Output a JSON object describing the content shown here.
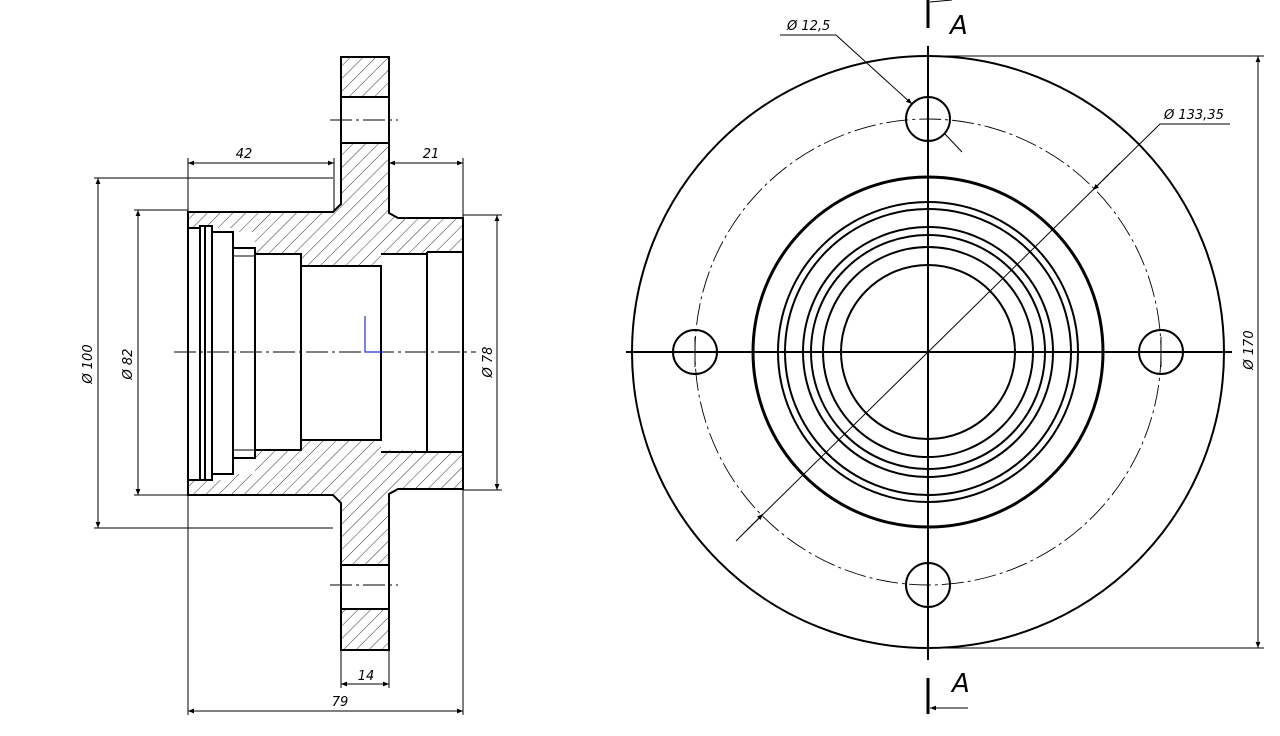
{
  "dimensions": {
    "left_view": {
      "dia_100": "Ø 100",
      "dia_82": "Ø 82",
      "dia_78": "Ø 78",
      "len_42": "42",
      "len_21": "21",
      "len_14": "14",
      "len_79": "79"
    },
    "right_view": {
      "dia_12_5": "Ø 12,5",
      "dia_133_35": "Ø 133,35",
      "dia_170": "Ø 170"
    }
  },
  "section": {
    "top_label": "A",
    "bottom_label": "A"
  },
  "colors": {
    "line": "#000000",
    "axis_mark": "#2233cc",
    "background": "#ffffff"
  }
}
